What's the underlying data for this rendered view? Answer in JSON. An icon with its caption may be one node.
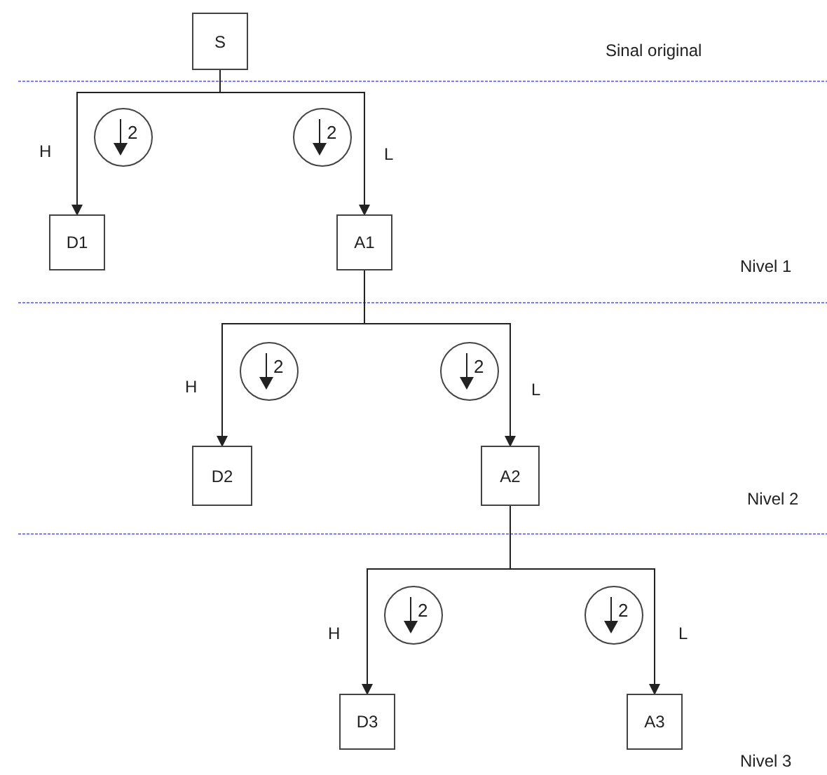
{
  "diagram": {
    "nodes": [
      {
        "text": [
          "S"
        ]
      },
      {
        "text": [
          "2"
        ]
      },
      {
        "text": [
          "2"
        ]
      },
      {
        "text": [
          "D1"
        ]
      },
      {
        "text": [
          "A1"
        ]
      },
      {
        "text": [
          "2"
        ]
      },
      {
        "text": [
          "2"
        ]
      },
      {
        "text": [
          "D2"
        ]
      },
      {
        "text": [
          "A2"
        ]
      },
      {
        "text": [
          "2"
        ]
      },
      {
        "text": [
          "2"
        ]
      },
      {
        "text": [
          "D3"
        ]
      },
      {
        "text": [
          "A3"
        ]
      }
    ],
    "edges": [
      {
        "from": 0,
        "to": 3,
        "arrow": "to",
        "label": "H"
      },
      {
        "from": 0,
        "to": 4,
        "arrow": "to",
        "label": "L"
      },
      {
        "from": 4,
        "to": 7,
        "arrow": "to",
        "label": "H"
      },
      {
        "from": 4,
        "to": 8,
        "arrow": "to",
        "label": "L"
      },
      {
        "from": 8,
        "to": 11,
        "arrow": "to",
        "label": "H"
      },
      {
        "from": 8,
        "to": 12,
        "arrow": "to",
        "label": "L"
      }
    ],
    "labels": [
      "Sinal original",
      "Nivel 1",
      "Nivel 2",
      "Nivel 3"
    ]
  }
}
